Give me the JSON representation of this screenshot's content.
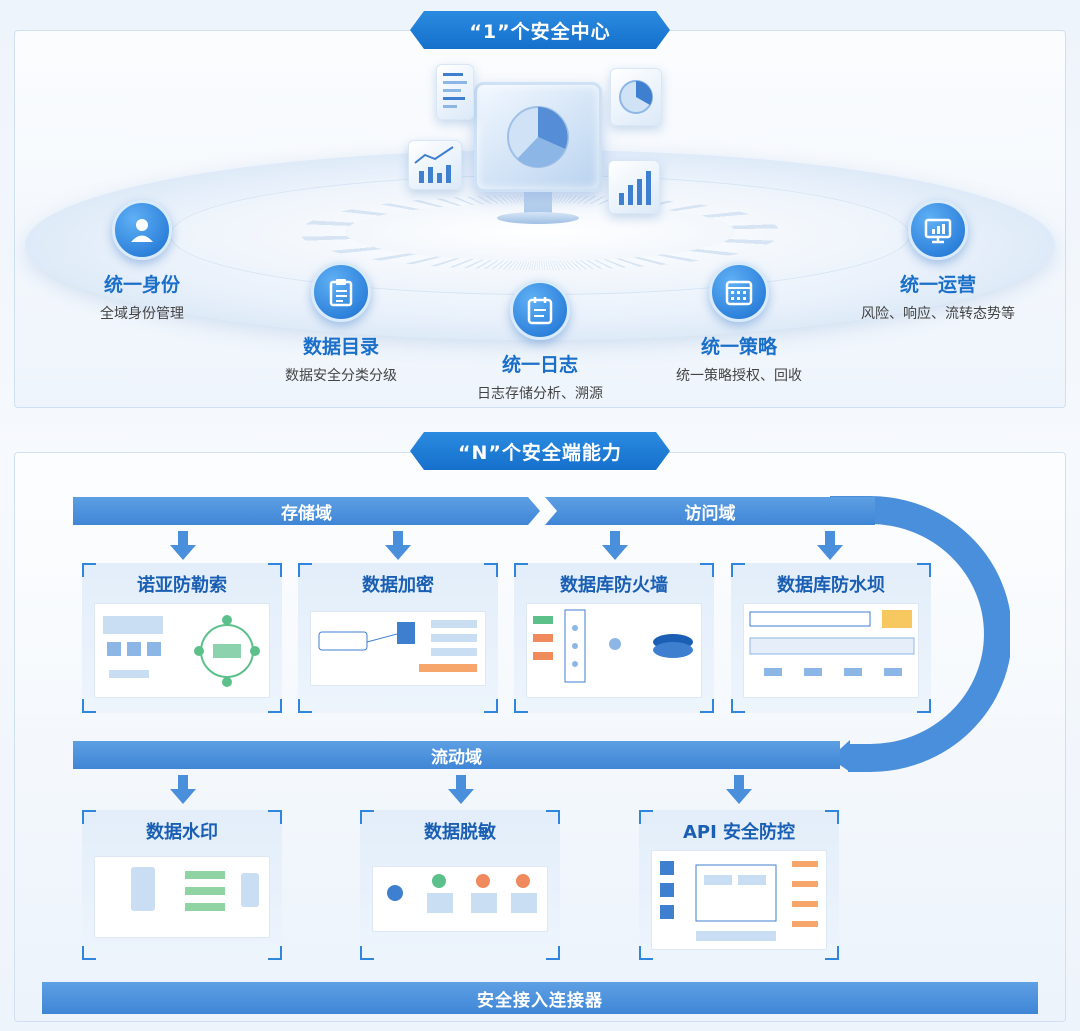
{
  "center": {
    "title": "“1”个安全中心",
    "features": [
      {
        "title": "统一身份",
        "subtitle": "全域身份管理",
        "icon": "user-icon"
      },
      {
        "title": "数据目录",
        "subtitle": "数据安全分类分级",
        "icon": "clipboard-icon"
      },
      {
        "title": "统一日志",
        "subtitle": "日志存储分析、溯源",
        "icon": "calendar-log-icon"
      },
      {
        "title": "统一策略",
        "subtitle": "统一策略授权、回收",
        "icon": "calendar-grid-icon"
      },
      {
        "title": "统一运营",
        "subtitle": "风险、响应、流转态势等",
        "icon": "monitor-chart-icon"
      }
    ]
  },
  "endpoint": {
    "title": "“N”个安全端能力",
    "domains": {
      "storage": "存储域",
      "access": "访问域",
      "flow": "流动域"
    },
    "modules_row1": [
      "诺亚防勒索",
      "数据加密",
      "数据库防火墙",
      "数据库防水坝"
    ],
    "modules_row2": [
      "数据水印",
      "数据脱敏",
      "API 安全防控"
    ],
    "connector": "安全接入连接器"
  },
  "colors": {
    "primary": "#1a6fd0",
    "band": "#4a8fdb",
    "frame": "#cfe0f2"
  }
}
